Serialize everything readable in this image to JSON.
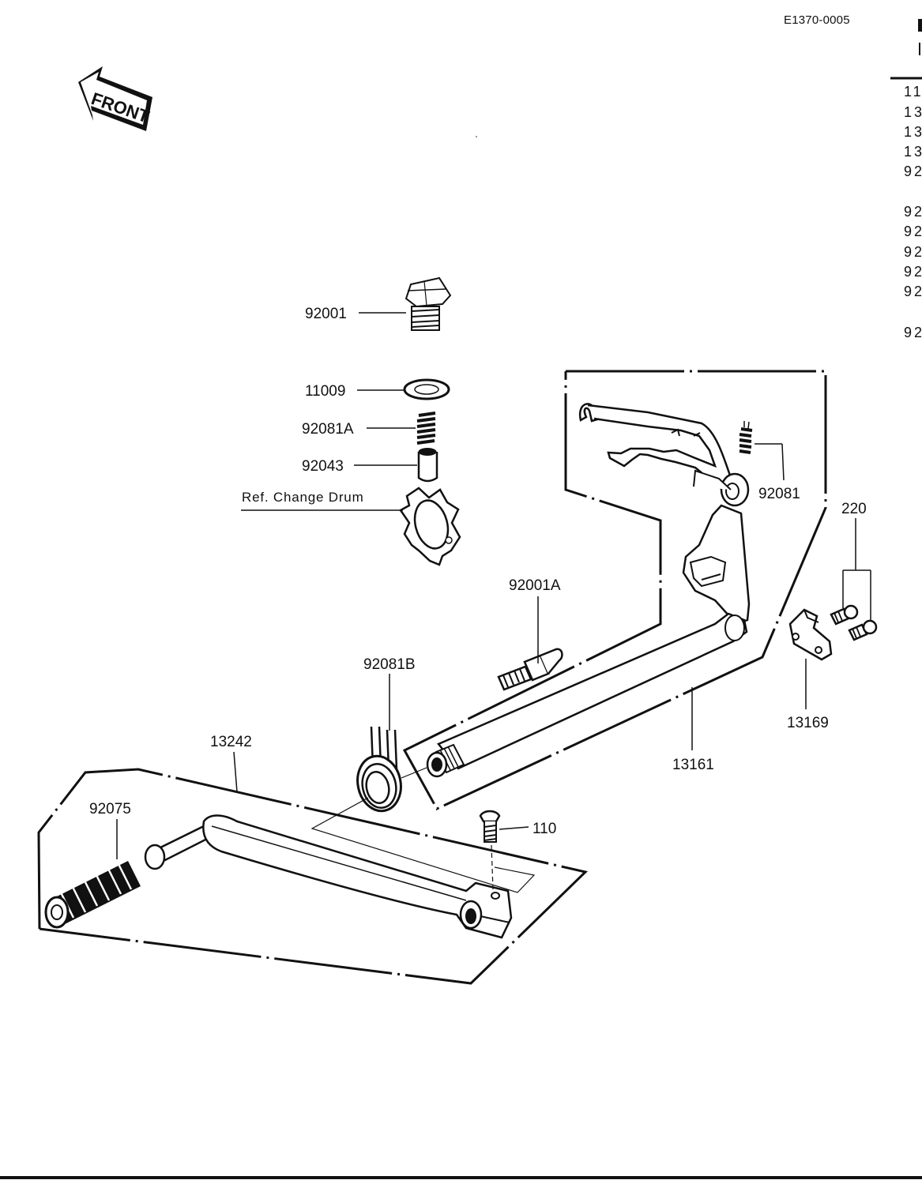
{
  "diagram": {
    "code": "E1370-0005",
    "front_label": "FRONT",
    "ref_label": "Ref. Change Drum",
    "parts": {
      "p92001": "92001",
      "p11009": "11009",
      "p92081A": "92081A",
      "p92043": "92043",
      "p92081": "92081",
      "p220": "220",
      "p92001A": "92001A",
      "p92081B": "92081B",
      "p13242": "13242",
      "p92075": "92075",
      "p110": "110",
      "p13161": "13161",
      "p13169": "13169"
    },
    "side_list": [
      "11",
      "13",
      "13",
      "13",
      "92",
      "92",
      "92",
      "92",
      "92",
      "92",
      "92"
    ]
  }
}
